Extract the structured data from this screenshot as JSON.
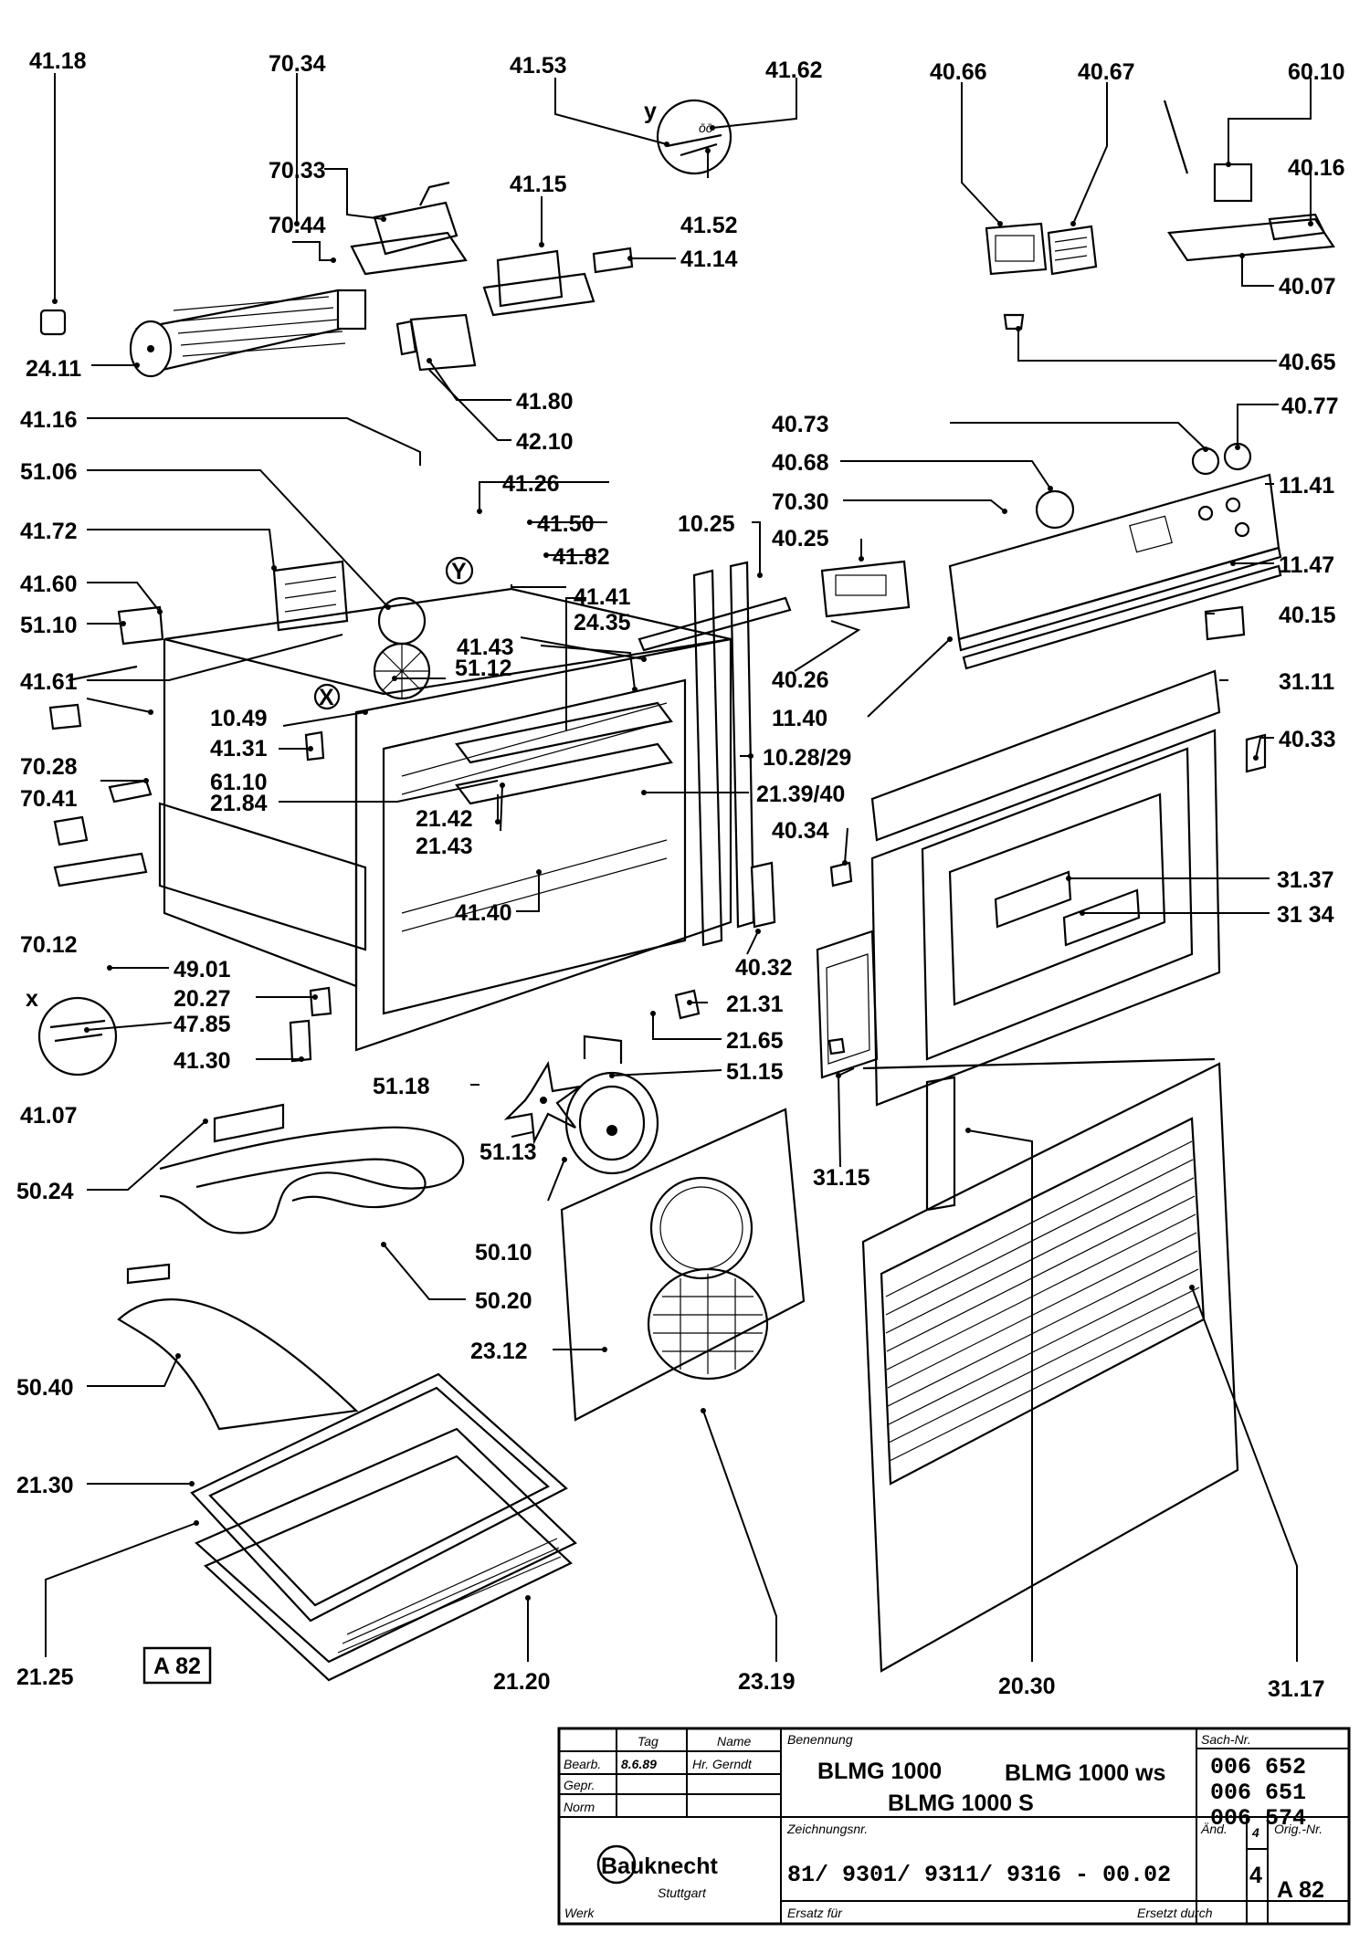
{
  "parts": {
    "p4118": "41.18",
    "p7034": "70.34",
    "p4153": "41.53",
    "p4162": "41.62",
    "p4066": "40.66",
    "p4067": "40.67",
    "p6010": "60.10",
    "p7033": "70.33",
    "p4115": "41.15",
    "p4016": "40.16",
    "p7044": "70.44",
    "p4152": "41.52",
    "p4114": "41.14",
    "p4007": "40.07",
    "p2411": "24.11",
    "p4180": "41.80",
    "p4065": "40.65",
    "p4116": "41.16",
    "p4210": "42.10",
    "p4073": "40.73",
    "p4077": "40.77",
    "p5106": "51.06",
    "p4126": "41.26",
    "p4068": "40.68",
    "p1141": "11.41",
    "p7030": "70.30",
    "p4172": "41.72",
    "p4150": "41.50",
    "p1025": "10.25",
    "p4025": "40.25",
    "p4182": "41.82",
    "p1147": "11.47",
    "p4160": "41.60",
    "p4141": "41.41",
    "p2435": "24.35",
    "p4015": "40.15",
    "p5110": "51.10",
    "p4143": "41.43",
    "p4026": "40.26",
    "p4161": "41.61",
    "p5112": "51.12",
    "p1111": "31.11",
    "p1140": "11.40",
    "p1049": "10.49",
    "p7028": "70.28",
    "p4131": "41.31",
    "p1028": "10.28/29",
    "p4033": "40.33",
    "p4041": "70.41",
    "p6110": "61.10",
    "p2184": "21.84",
    "p2139": "21.39/40",
    "p2142": "21.42",
    "p2143": "21.43",
    "p4034": "40.34",
    "p3137": "31.37",
    "p4140": "41.40",
    "p3134": "31 34",
    "p7012": "70.12",
    "p4032": "40.32",
    "p4901": "49.01",
    "p2027": "20.27",
    "p2131": "21.31",
    "px": "x",
    "p4785": "47.85",
    "p2165": "21.65",
    "p4130": "41.30",
    "p4107": "41.07",
    "p5118": "51.18",
    "p5115": "51.15",
    "p5113": "51.13",
    "p3115": "31.15",
    "p5024": "50.24",
    "p5010": "50.10",
    "p5020": "50.20",
    "p2312": "23.12",
    "p5040": "50.40",
    "p2130": "21.30",
    "p2125": "21.25",
    "p2120": "21.20",
    "p2319": "23.19",
    "p2030": "20.30",
    "p3117": "31.17",
    "py": "y",
    "py2": "Y",
    "px2": "X",
    "pdial": "ōō"
  },
  "sheet_badge": "A 82",
  "title_block": {
    "col_tag": "Tag",
    "col_name": "Name",
    "row_bearb": "Bearb.",
    "row_gepr": "Gepr.",
    "row_norm": "Norm",
    "bearb_date": "8.6.89",
    "bearb_name": "Hr. Gerndt",
    "benennung_label": "Benennung",
    "model_line1a": "BLMG 1000",
    "model_line1b": "BLMG 1000 ws",
    "model_line2": "BLMG 1000 S",
    "sach_label": "Sach-Nr.",
    "sach_numbers": [
      "006 652",
      "006 651",
      "006 574"
    ],
    "zeichnung_label": "Zeichnungsnr.",
    "drawing_number": "81/ 9301/ 9311/ 9316 - 00.02",
    "ersatz_label": "Ersatz für",
    "ersetzt_label": "Ersetzt durch",
    "aend_label": "Änd.",
    "aend_value": "4",
    "aend_value2": "4",
    "origin_label": "Orig.-Nr.",
    "origin_value": "A 82",
    "logo": "Bauknecht",
    "logo_city": "Stuttgart",
    "werk_label": "Werk"
  }
}
